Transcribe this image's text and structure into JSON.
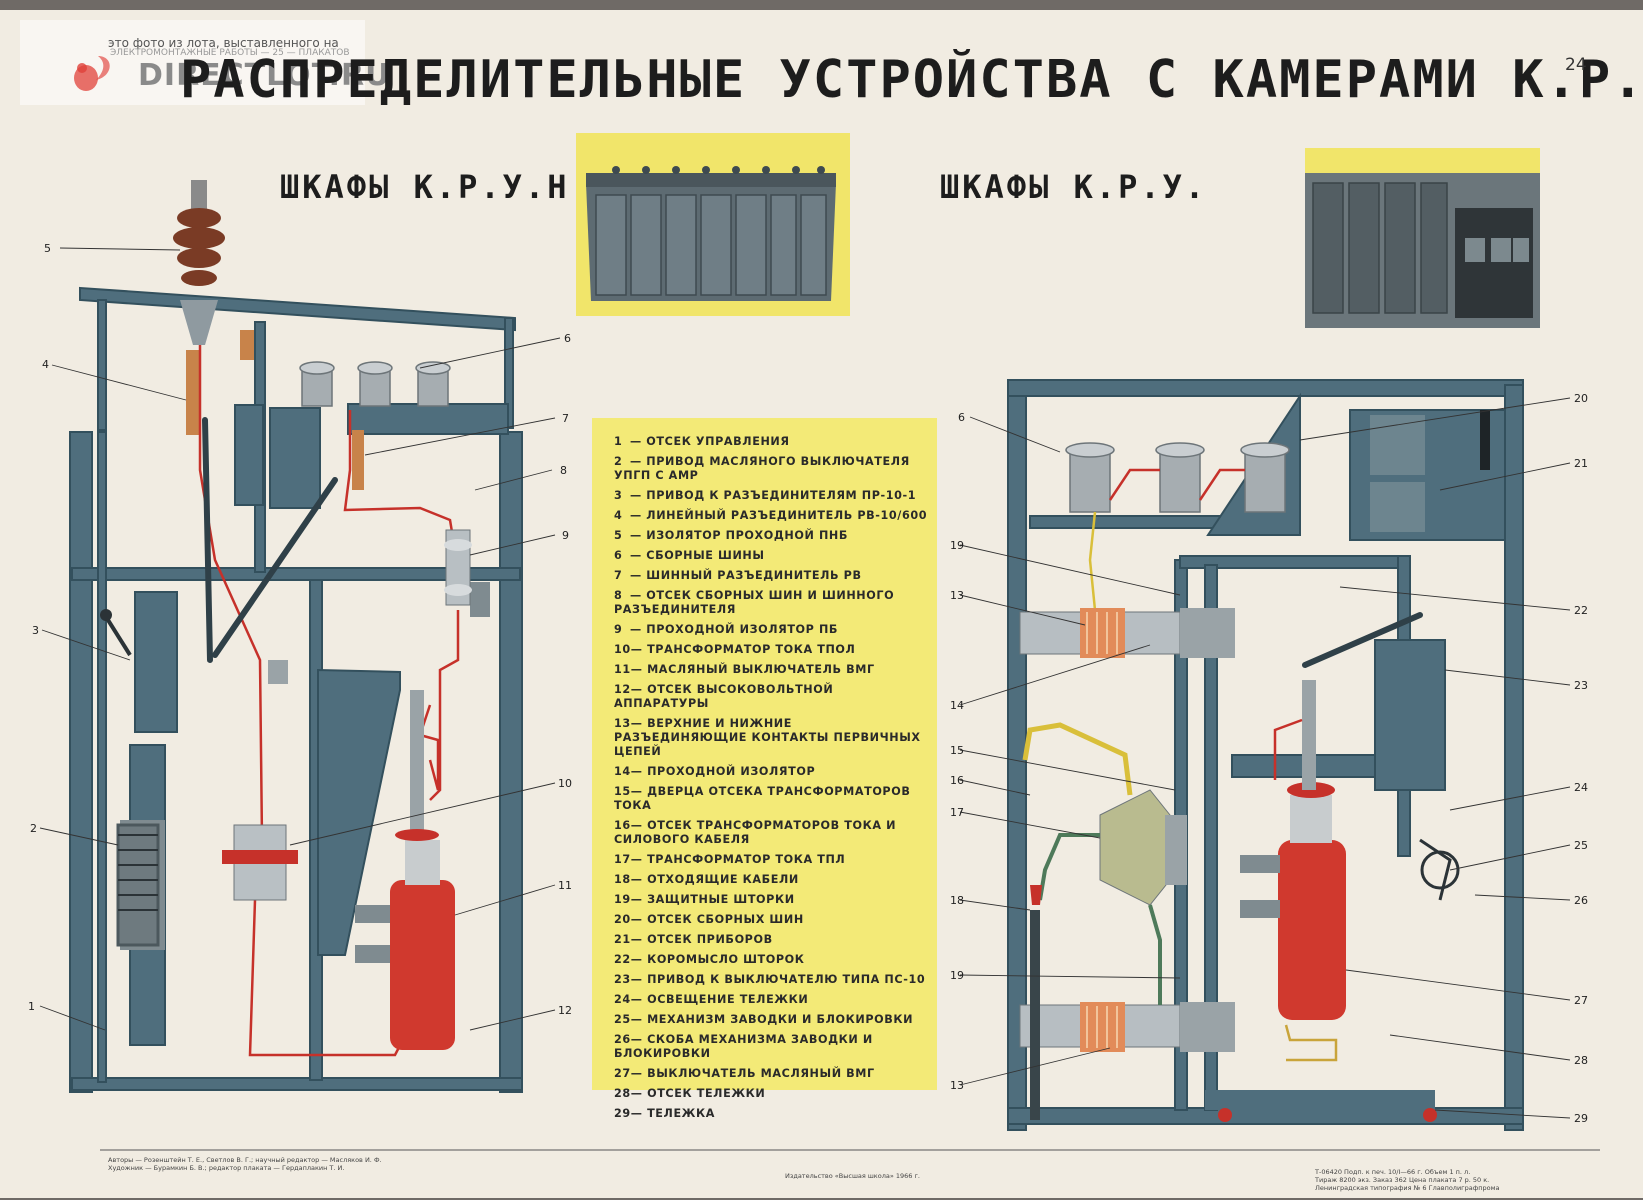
{
  "watermark": {
    "caption": "это фото из лота, выставленного на",
    "logo": "DIRECTLOT.RU",
    "printed_text": "ЭЛЕКТРОМОНТАЖНЫЕ РАБОТЫ — 25 — ПЛАКАТОВ"
  },
  "poster": {
    "title": "РАСПРЕДЕЛИТЕЛЬНЫЕ УСТРОЙСТВА С КАМЕРАМИ К.Р.У.",
    "page_number": "24",
    "left_heading": "ШКАФЫ К.Р.У.Н.",
    "right_heading": "ШКАФЫ К.Р.У."
  },
  "legend": [
    {
      "num": "1",
      "text": "Отсек управления"
    },
    {
      "num": "2",
      "text": "Привод масляного выключателя УПГП с АМР"
    },
    {
      "num": "3",
      "text": "Привод к разъединителям ПР-10-1"
    },
    {
      "num": "4",
      "text": "Линейный разъединитель РВ-10/600"
    },
    {
      "num": "5",
      "text": "Изолятор проходной ПНБ"
    },
    {
      "num": "6",
      "text": "Сборные шины"
    },
    {
      "num": "7",
      "text": "Шинный разъединитель РВ"
    },
    {
      "num": "8",
      "text": "Отсек сборных шин и шинного разъединителя"
    },
    {
      "num": "9",
      "text": "Проходной изолятор ПБ"
    },
    {
      "num": "10",
      "text": "Трансформатор тока ТПОЛ"
    },
    {
      "num": "11",
      "text": "Масляный выключатель ВМГ"
    },
    {
      "num": "12",
      "text": "Отсек высоковольтной аппаратуры"
    },
    {
      "num": "13",
      "text": "Верхние и нижние разъединяющие контакты первичных цепей"
    },
    {
      "num": "14",
      "text": "Проходной изолятор"
    },
    {
      "num": "15",
      "text": "Дверца отсека трансформаторов тока"
    },
    {
      "num": "16",
      "text": "Отсек трансформаторов тока и силового кабеля"
    },
    {
      "num": "17",
      "text": "Трансформатор тока ТПЛ"
    },
    {
      "num": "18",
      "text": "Отходящие кабели"
    },
    {
      "num": "19",
      "text": "Защитные шторки"
    },
    {
      "num": "20",
      "text": "Отсек сборных шин"
    },
    {
      "num": "21",
      "text": "Отсек приборов"
    },
    {
      "num": "22",
      "text": "Коромысло шторок"
    },
    {
      "num": "23",
      "text": "Привод к выключателю типа ПС-10"
    },
    {
      "num": "24",
      "text": "Освещение тележки"
    },
    {
      "num": "25",
      "text": "Механизм заводки и блокировки"
    },
    {
      "num": "26",
      "text": "Скоба механизма заводки и блокировки"
    },
    {
      "num": "27",
      "text": "Выключатель масляный ВМГ"
    },
    {
      "num": "28",
      "text": "Отсек тележки"
    },
    {
      "num": "29",
      "text": "Тележка"
    }
  ],
  "callouts_left": [
    "5",
    "4",
    "6",
    "7",
    "8",
    "9",
    "3",
    "2",
    "10",
    "11",
    "1",
    "12"
  ],
  "callouts_right": [
    "6",
    "20",
    "21",
    "19",
    "13",
    "22",
    "14",
    "23",
    "15",
    "16",
    "17",
    "24",
    "25",
    "26",
    "18",
    "19",
    "27",
    "28",
    "13",
    "29"
  ],
  "footer": {
    "authors_1": "Авторы — Розенштейн Т. Е., Светлов В. Г.; научный редактор — Масляков И. Ф.",
    "authors_2": "Художник — Бурамкин Б. В.; редактор плаката — Гердаплакин Т. И.",
    "publisher": "Издательство «Высшая школа» 1966 г.",
    "print_1": "Т-06420  Подп. к печ. 10/I—66 г.  Объем 1 п. л.",
    "print_2": "Тираж 8200 экз.  Заказ 362  Цена плаката 7 р. 50 к.",
    "print_3": "Ленинградская типография № 6 Главполиграфпрома"
  }
}
